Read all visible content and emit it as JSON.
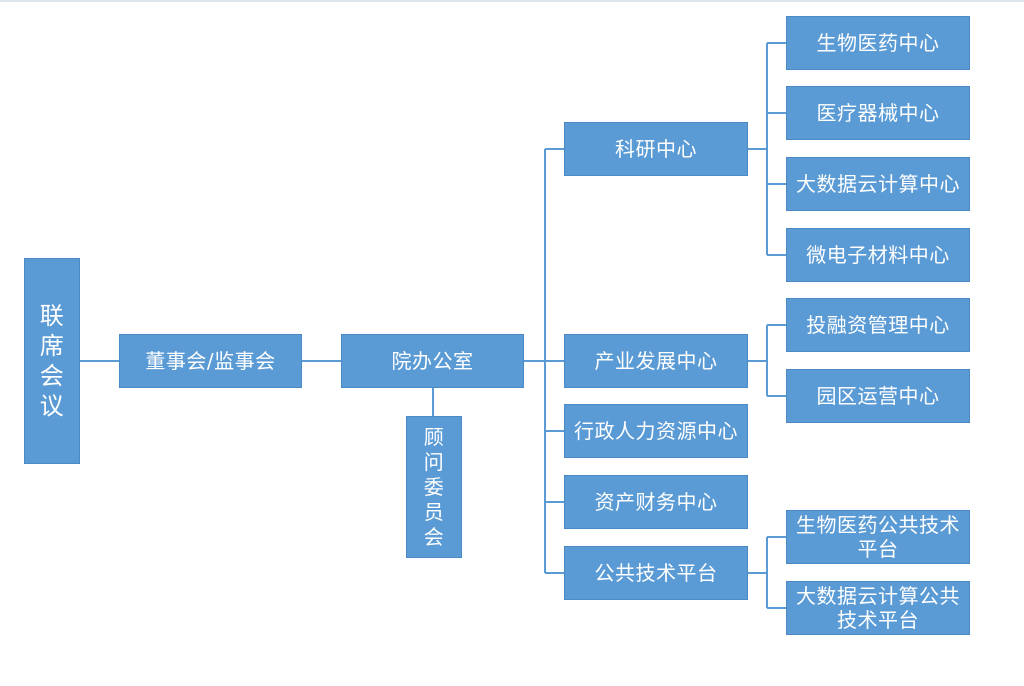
{
  "nodes": {
    "joint_meeting": "联席会议",
    "board": "董事会/监事会",
    "office": "院办公室",
    "advisory": "顾问委员会",
    "research": "科研中心",
    "industry": "产业发展中心",
    "hr": "行政人力资源中心",
    "finance": "资产财务中心",
    "platform": "公共技术平台",
    "bio_pharma": "生物医药中心",
    "med_device": "医疗器械中心",
    "big_data": "大数据云计算中心",
    "microelectronics": "微电子材料中心",
    "invest": "投融资管理中心",
    "park": "园区运营中心",
    "bio_platform": "生物医药公共技术平台",
    "data_platform": "大数据云计算公共技术平台"
  },
  "colors": {
    "box_fill": "#5b9bd5",
    "connector": "#5b9bd5",
    "text": "#ffffff"
  }
}
